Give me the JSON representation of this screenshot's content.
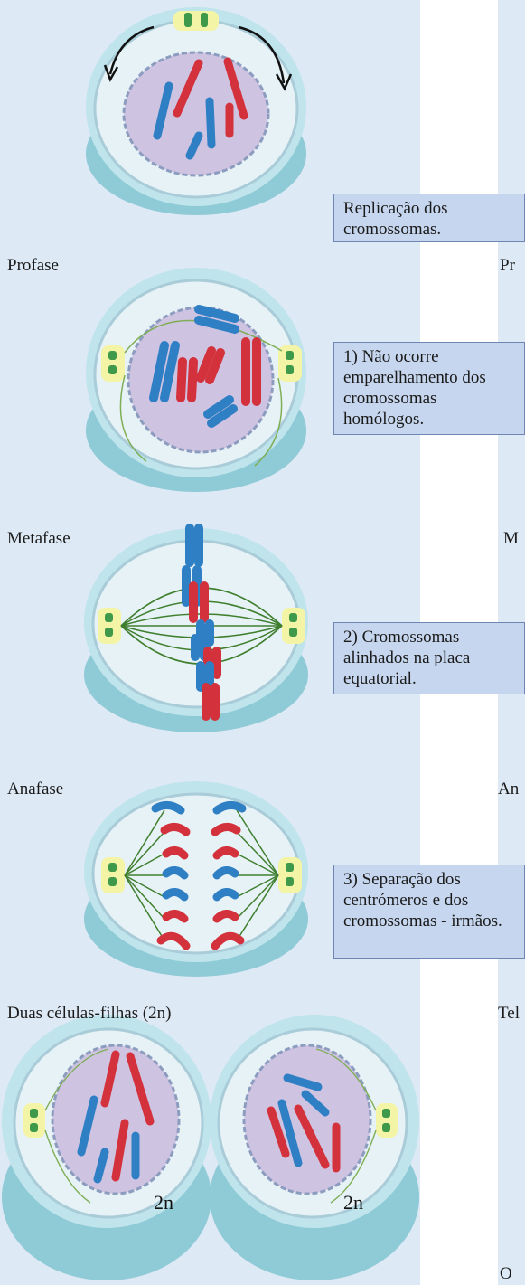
{
  "labels": {
    "profase": "Profase",
    "metafase": "Metafase",
    "anafase": "Anafase",
    "duas_celulas": "Duas células-filhas (2n)",
    "right_pr": "Pr",
    "right_m": "M",
    "right_an": "An",
    "right_tel": "Tel",
    "right_o": "O"
  },
  "notes": {
    "replicacao": "Replicação dos cromossomas.",
    "n1": "1) Não ocorre emparelhamento dos cromossomas homólogos.",
    "n2": "2) Cromossomas alinhados na placa equatorial.",
    "n3": "3) Separação dos centrómeros e dos cromossomas - irmãos."
  },
  "ploidy": {
    "left": "2n",
    "right": "2n"
  },
  "colors": {
    "panel": "#dde9f5",
    "note_fill": "#c6d6ee",
    "note_border": "#6f86b3",
    "cytoplasm": "#a9d9e3",
    "nucleus": "#cdbfe0",
    "chrom_blue": "#2f7fc4",
    "chrom_red": "#d3313b",
    "spindle": "#4f8f3a",
    "centrosome": "#f3f39a"
  }
}
